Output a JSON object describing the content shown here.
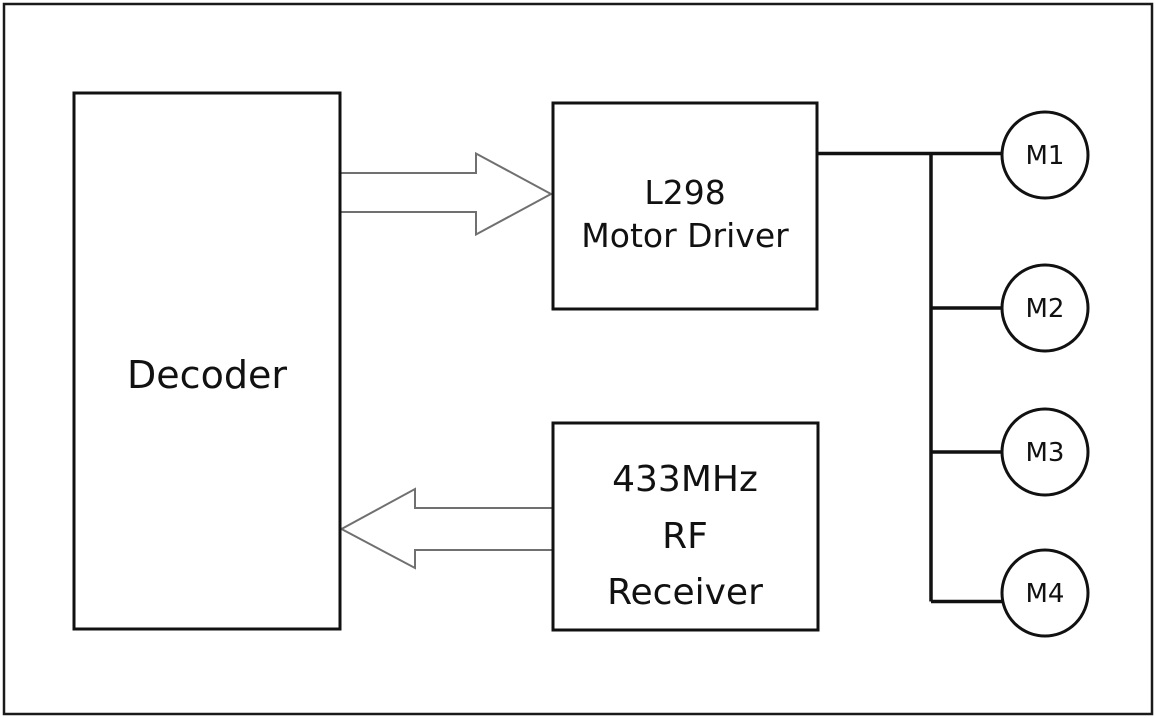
{
  "diagram": {
    "blocks": {
      "decoder": {
        "label": "Decoder"
      },
      "motor_driver": {
        "line1": "L298",
        "line2": "Motor Driver"
      },
      "rf_receiver": {
        "line1": "433MHz",
        "line2": "RF",
        "line3": "Receiver"
      }
    },
    "motors": [
      {
        "label": "M1"
      },
      {
        "label": "M2"
      },
      {
        "label": "M3"
      },
      {
        "label": "M4"
      }
    ],
    "arrows": [
      {
        "name": "decoder-to-motor-driver",
        "direction": "right"
      },
      {
        "name": "rf-receiver-to-decoder",
        "direction": "left"
      }
    ],
    "colors": {
      "background": "#ffffff",
      "block_stroke": "#111111",
      "arrow_outline": "#707070",
      "text": "#111111"
    }
  }
}
